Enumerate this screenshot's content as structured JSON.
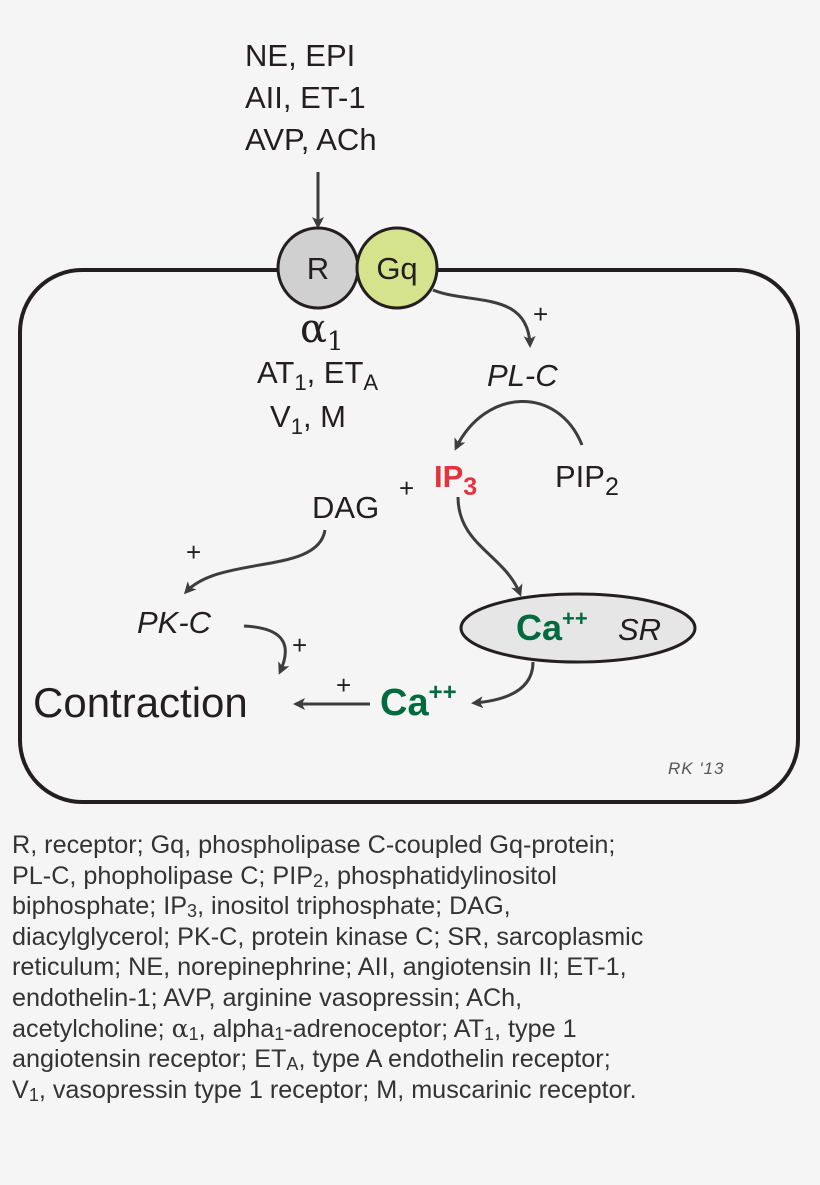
{
  "agonists": [
    "NE, EPI",
    "AII, ET-1",
    "AVP, ACh"
  ],
  "receptor": {
    "label": "R",
    "fill": "#d0d0d0"
  },
  "gprotein": {
    "label": "Gq",
    "fill": "#d4e38c"
  },
  "receptor_types": {
    "alpha": {
      "base": "α",
      "sub": "1"
    },
    "line2": [
      {
        "base": "AT",
        "sub": "1"
      },
      {
        "sep": ", "
      },
      {
        "base": "ET",
        "sub": "A"
      }
    ],
    "line3": [
      {
        "base": "V",
        "sub": "1"
      },
      {
        "sep": ", M"
      }
    ]
  },
  "plc": "PL-C",
  "pip2": {
    "base": "PIP",
    "sub": "2"
  },
  "ip3": {
    "base": "IP",
    "sub": "3",
    "color": "#e5333a"
  },
  "dag": "DAG",
  "pkc": "PK-C",
  "sr": {
    "ca": "Ca",
    "charge": "++",
    "label": "SR",
    "fill": "#e6e6e6"
  },
  "ca_free": {
    "ca": "Ca",
    "charge": "++",
    "color": "#006b3f"
  },
  "contraction": "Contraction",
  "plus": "+",
  "signature": "RK '13",
  "legend": [
    [
      {
        "t": "R, receptor; Gq, phospholipase C-coupled Gq-protein;"
      }
    ],
    [
      {
        "t": "PL-C, phopholipase C; PIP"
      },
      {
        "sub": "2"
      },
      {
        "t": ", phosphatidylinositol"
      }
    ],
    [
      {
        "t": "biphosphate; IP"
      },
      {
        "sub": "3"
      },
      {
        "t": ", inositol triphosphate; DAG,"
      }
    ],
    [
      {
        "t": "diacylglycerol; PK-C, protein kinase C; SR, sarcoplasmic"
      }
    ],
    [
      {
        "t": "reticulum; NE, norepinephrine; AII, angiotensin II; ET-1,"
      }
    ],
    [
      {
        "t": "endothelin-1; AVP, arginine vasopressin; ACh,"
      }
    ],
    [
      {
        "t": "acetylcholine;  "
      },
      {
        "alpha": "α"
      },
      {
        "sub": "1"
      },
      {
        "t": ", alpha"
      },
      {
        "sub": "1"
      },
      {
        "t": "-adrenoceptor; AT"
      },
      {
        "sub": "1"
      },
      {
        "t": ", type 1"
      }
    ],
    [
      {
        "t": "angiotensin receptor; ET"
      },
      {
        "sub": "A"
      },
      {
        "t": ", type A endothelin receptor;"
      }
    ],
    [
      {
        "t": "V"
      },
      {
        "sub": "1"
      },
      {
        "t": ", vasopressin type 1 receptor; M, muscarinic receptor."
      }
    ]
  ]
}
